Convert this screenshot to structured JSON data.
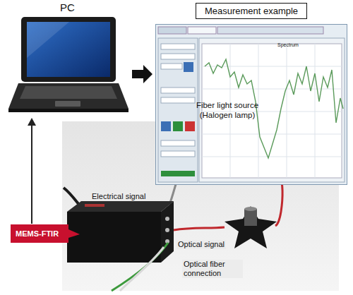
{
  "diagram": {
    "nodes": [
      {
        "text": [
          "PC"
        ]
      },
      {
        "text": [
          "Measurement example"
        ]
      },
      {
        "text": [
          "MEMS-FTIR"
        ]
      }
    ],
    "edges": [
      {
        "from": 0,
        "to": 1,
        "arrow": "to"
      },
      {
        "from": 2,
        "to": 0,
        "arrow": "to"
      }
    ],
    "labels": [
      "Spectrum",
      "Fiber light source (Halogen lamp)",
      "Electrical signal",
      "Optical signal",
      "Optical fiber connection"
    ]
  }
}
